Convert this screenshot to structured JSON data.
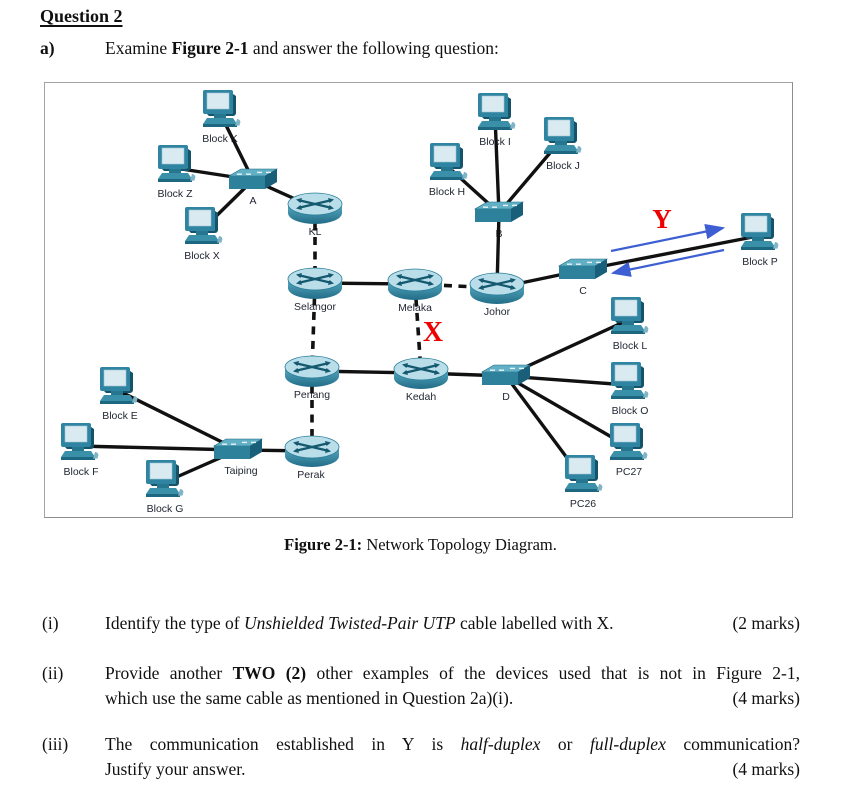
{
  "header": {
    "title": "Question 2",
    "part_label": "a)",
    "part_text_pre": "Examine ",
    "part_text_bold": "Figure 2-1",
    "part_text_post": " and answer the following question:"
  },
  "figure": {
    "caption_label": "Figure 2-1:",
    "caption_text": " Network Topology Diagram.",
    "markers": {
      "x": "X",
      "y": "Y"
    },
    "colors": {
      "marker_red": "#ee0000",
      "arrow_blue": "#3e5fd3",
      "device_teal": "#2f85a1",
      "cable_black": "#111111"
    },
    "nodes": {
      "block_k": "Block K",
      "block_z": "Block Z",
      "block_x": "Block X",
      "switch_a": "A",
      "router_kl": "KL",
      "block_i": "Block I",
      "block_j": "Block J",
      "block_h": "Block H",
      "switch_b": "B",
      "selangor": "Selangor",
      "melaka": "Melaka",
      "johor": "Johor",
      "switch_c": "C",
      "block_p": "Block P",
      "penang": "Penang",
      "kedah": "Kedah",
      "switch_d": "D",
      "block_l": "Block L",
      "block_o": "Block O",
      "pc27": "PC27",
      "pc26": "PC26",
      "block_e": "Block E",
      "block_f": "Block F",
      "block_g": "Block G",
      "taiping": "Taiping",
      "perak": "Perak"
    }
  },
  "questions": {
    "q1": {
      "num": "(i)",
      "pre": "Identify the type of ",
      "italic": "Unshielded Twisted-Pair UTP",
      "post": " cable labelled with X.",
      "marks": "(2 marks)"
    },
    "q2": {
      "num": "(ii)",
      "pre": "Provide another ",
      "bold": "TWO (2)",
      "post": " other examples of the devices used that is not in Figure 2-1,",
      "line2": "which use the same cable as mentioned in Question 2a)(i).",
      "marks": "(4 marks)"
    },
    "q3": {
      "num": "(iii)",
      "pre": "The communication established in Y is ",
      "italic1": "half-duplex",
      "mid": " or ",
      "italic2": "full-duplex",
      "post": " communication?",
      "line2": "Justify your answer.",
      "marks": "(4 marks)"
    }
  }
}
